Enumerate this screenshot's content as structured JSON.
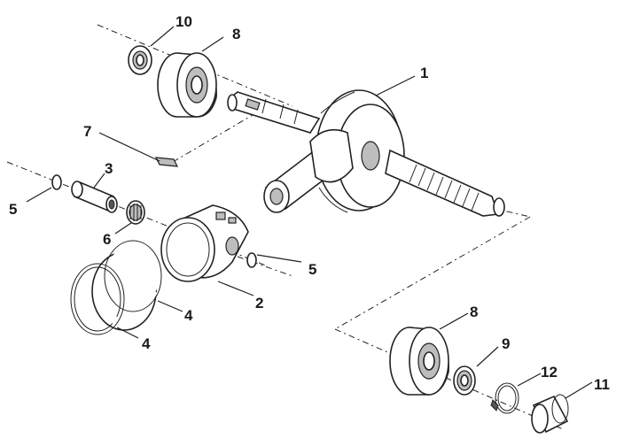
{
  "callouts": {
    "c1": "1",
    "c2": "2",
    "c3": "3",
    "c4a": "4",
    "c4b": "4",
    "c5a": "5",
    "c5b": "5",
    "c6": "6",
    "c7": "7",
    "c8a": "8",
    "c8b": "8",
    "c9": "9",
    "c10": "10",
    "c11": "11",
    "c12": "12"
  }
}
